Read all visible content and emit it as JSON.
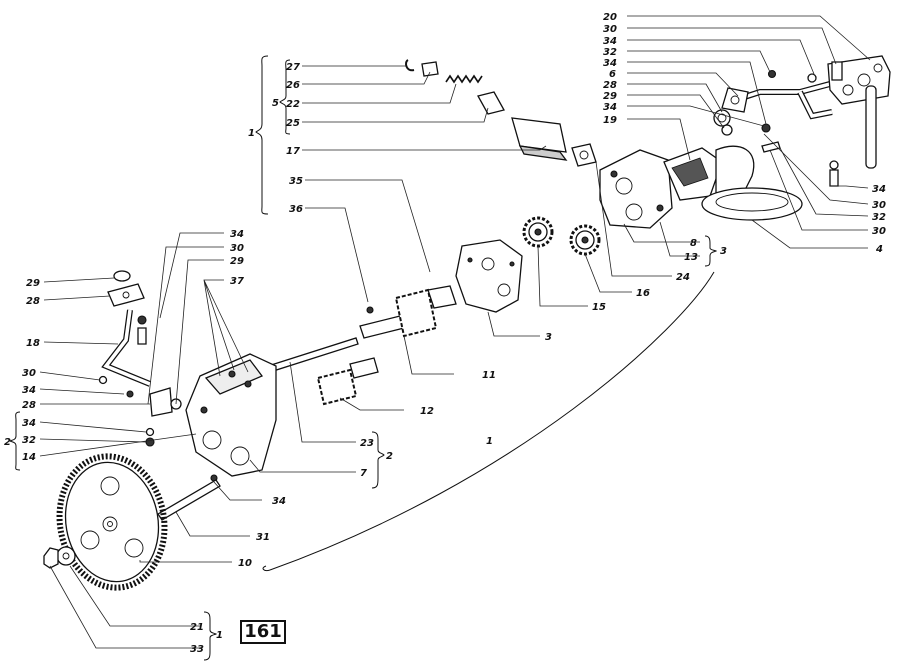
{
  "figure_number": "161",
  "labels": {
    "l20": "20",
    "l30a": "30",
    "l34a": "34",
    "l32a": "32",
    "l34b": "34",
    "l6": "6",
    "l28a": "28",
    "l29a": "29",
    "l34c": "34",
    "l19": "19",
    "l27": "27",
    "l26": "26",
    "l5": "5",
    "l22": "22",
    "l1a": "1",
    "l25": "25",
    "l17": "17",
    "l35": "35",
    "l36": "36",
    "l34r": "34",
    "l30r": "30",
    "l32r": "32",
    "l30s": "30",
    "l4": "4",
    "l8": "8",
    "l13": "13",
    "l3b": "3",
    "l24": "24",
    "l16": "16",
    "l15": "15",
    "l3": "3",
    "l34d": "34",
    "l30b": "30",
    "l29b": "29",
    "l37": "37",
    "l28b": "28",
    "l18": "18",
    "l30c": "30",
    "l34e": "34",
    "l28c": "28",
    "l34f": "34",
    "l2a": "2",
    "l32b": "32",
    "l14": "14",
    "l11": "11",
    "l12": "12",
    "l23": "23",
    "l2b": "2",
    "l7": "7",
    "l1b": "1",
    "l34g": "34",
    "l31": "31",
    "l10": "10",
    "l21": "21",
    "l1c": "1",
    "l33": "33"
  }
}
